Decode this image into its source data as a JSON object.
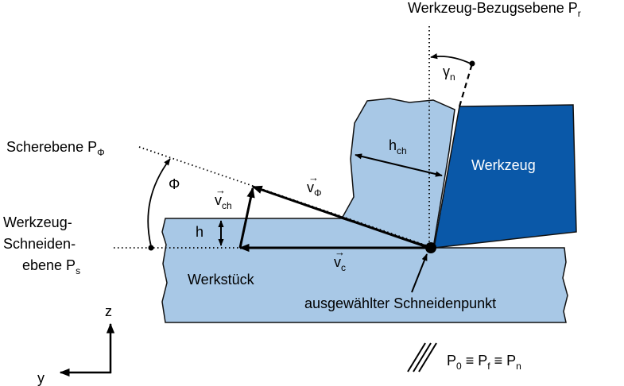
{
  "labels": {
    "reference_plane": "Werkzeug-Bezugsebene P",
    "reference_plane_sub": "r",
    "shear_plane": "Scherebene P",
    "shear_plane_sub": "Φ",
    "cutting_plane_line1": "Werkzeug-",
    "cutting_plane_line2": "Schneiden-",
    "cutting_plane_line3": "ebene P",
    "cutting_plane_sub": "s",
    "tool": "Werkzeug",
    "workpiece": "Werkstück",
    "cutting_point": "ausgewählter Schneidenpunkt",
    "rake_angle": "γ",
    "rake_angle_sub": "n",
    "shear_angle": "Φ",
    "chip_thickness": "h",
    "chip_thickness_sub": "ch",
    "undeformed_thickness": "h",
    "v_shear": "v",
    "v_shear_sub": "Φ",
    "v_chip": "v",
    "v_chip_sub": "ch",
    "v_cut": "v",
    "v_cut_sub": "c",
    "vector_mark": "→",
    "axis_z": "z",
    "axis_y": "y",
    "planes_p0": "P",
    "planes_p0_sub": "0",
    "planes_eq1": " ≡ P",
    "planes_pf_sub": "f",
    "planes_eq2": " ≡ P",
    "planes_pn_sub": "n"
  },
  "colors": {
    "workpiece": "#a8c8e6",
    "tool": "#0a58a8",
    "outline": "#111111"
  },
  "icons": {
    "section_mark": "parallel-hatch-icon"
  }
}
